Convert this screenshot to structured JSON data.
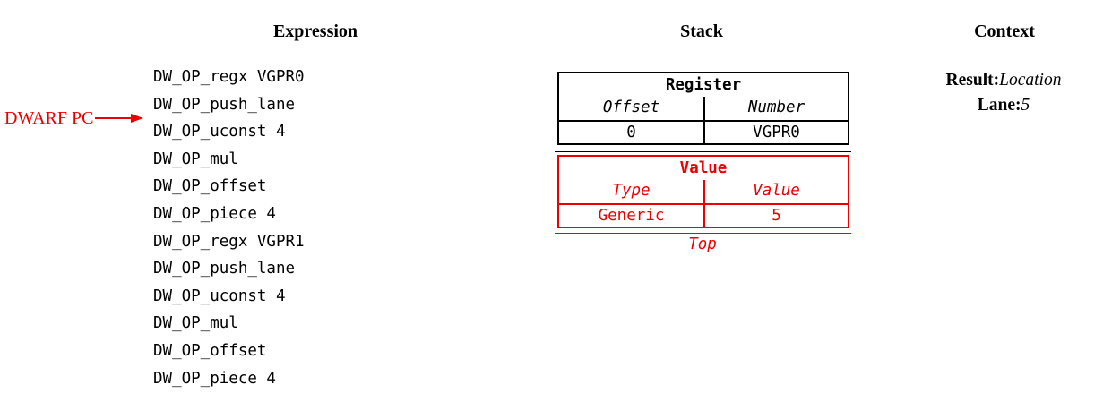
{
  "colors": {
    "accent_red": "#ee0000",
    "ink": "#000000"
  },
  "columns": {
    "expression": {
      "title": "Expression",
      "items": [
        "DW_OP_regx VGPR0",
        "DW_OP_push_lane",
        "DW_OP_uconst 4",
        "DW_OP_mul",
        "DW_OP_offset",
        "DW_OP_piece 4",
        "DW_OP_regx VGPR1",
        "DW_OP_push_lane",
        "DW_OP_uconst 4",
        "DW_OP_mul",
        "DW_OP_offset",
        "DW_OP_piece 4"
      ]
    },
    "stack": {
      "title": "Stack",
      "entries": [
        {
          "header": "Register",
          "col1_label": "Offset",
          "col2_label": "Number",
          "col1_value": "0",
          "col2_value": "VGPR0",
          "color": "black"
        },
        {
          "header": "Value",
          "col1_label": "Type",
          "col2_label": "Value",
          "col1_value": "Generic",
          "col2_value": "5",
          "color": "red"
        }
      ],
      "top_label": "Top"
    },
    "context": {
      "title": "Context",
      "fields": [
        {
          "label": "Result:",
          "value": "Location"
        },
        {
          "label": "Lane:",
          "value": "5"
        }
      ]
    }
  },
  "pc_marker": {
    "label": "DWARF PC"
  }
}
